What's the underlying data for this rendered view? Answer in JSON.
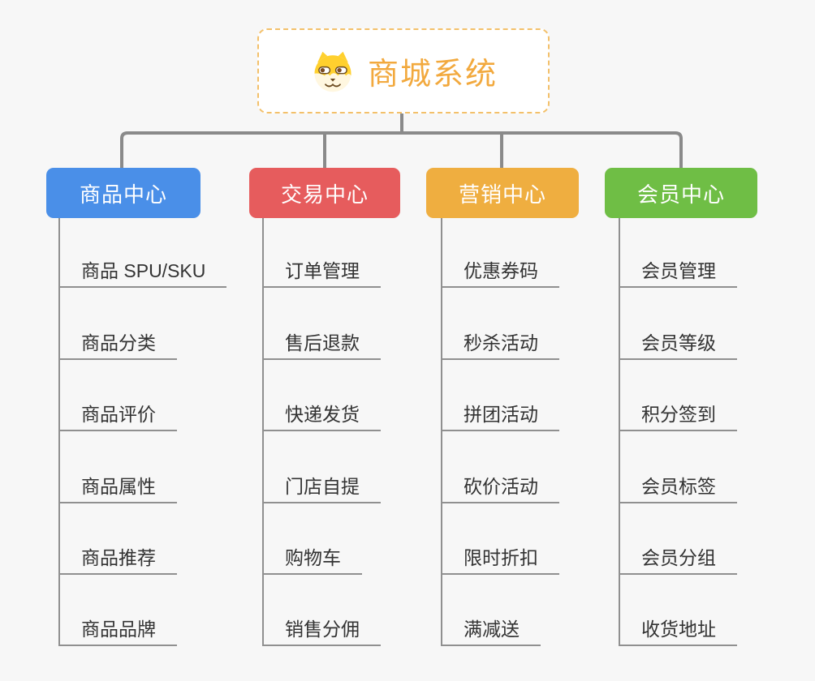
{
  "root": {
    "title": "商城系统",
    "icon": "dog-face-icon"
  },
  "branches": [
    {
      "label": "商品中心",
      "color": "#4a8fe8",
      "children": [
        "商品 SPU/SKU",
        "商品分类",
        "商品评价",
        "商品属性",
        "商品推荐",
        "商品品牌"
      ]
    },
    {
      "label": "交易中心",
      "color": "#e65c5d",
      "children": [
        "订单管理",
        "售后退款",
        "快递发货",
        "门店自提",
        "购物车",
        "销售分佣"
      ]
    },
    {
      "label": "营销中心",
      "color": "#efae40",
      "children": [
        "优惠券码",
        "秒杀活动",
        "拼团活动",
        "砍价活动",
        "限时折扣",
        "满减送"
      ]
    },
    {
      "label": "会员中心",
      "color": "#6fbe45",
      "children": [
        "会员管理",
        "会员等级",
        "积分签到",
        "会员标签",
        "会员分组",
        "收货地址"
      ]
    }
  ],
  "colors": {
    "canvas-bg": "#f7f7f7",
    "root-border": "#f3c06a",
    "root-title": "#f2a93e",
    "connector": "#8a8a8a",
    "child-line": "#909090",
    "child-text": "#333333"
  }
}
